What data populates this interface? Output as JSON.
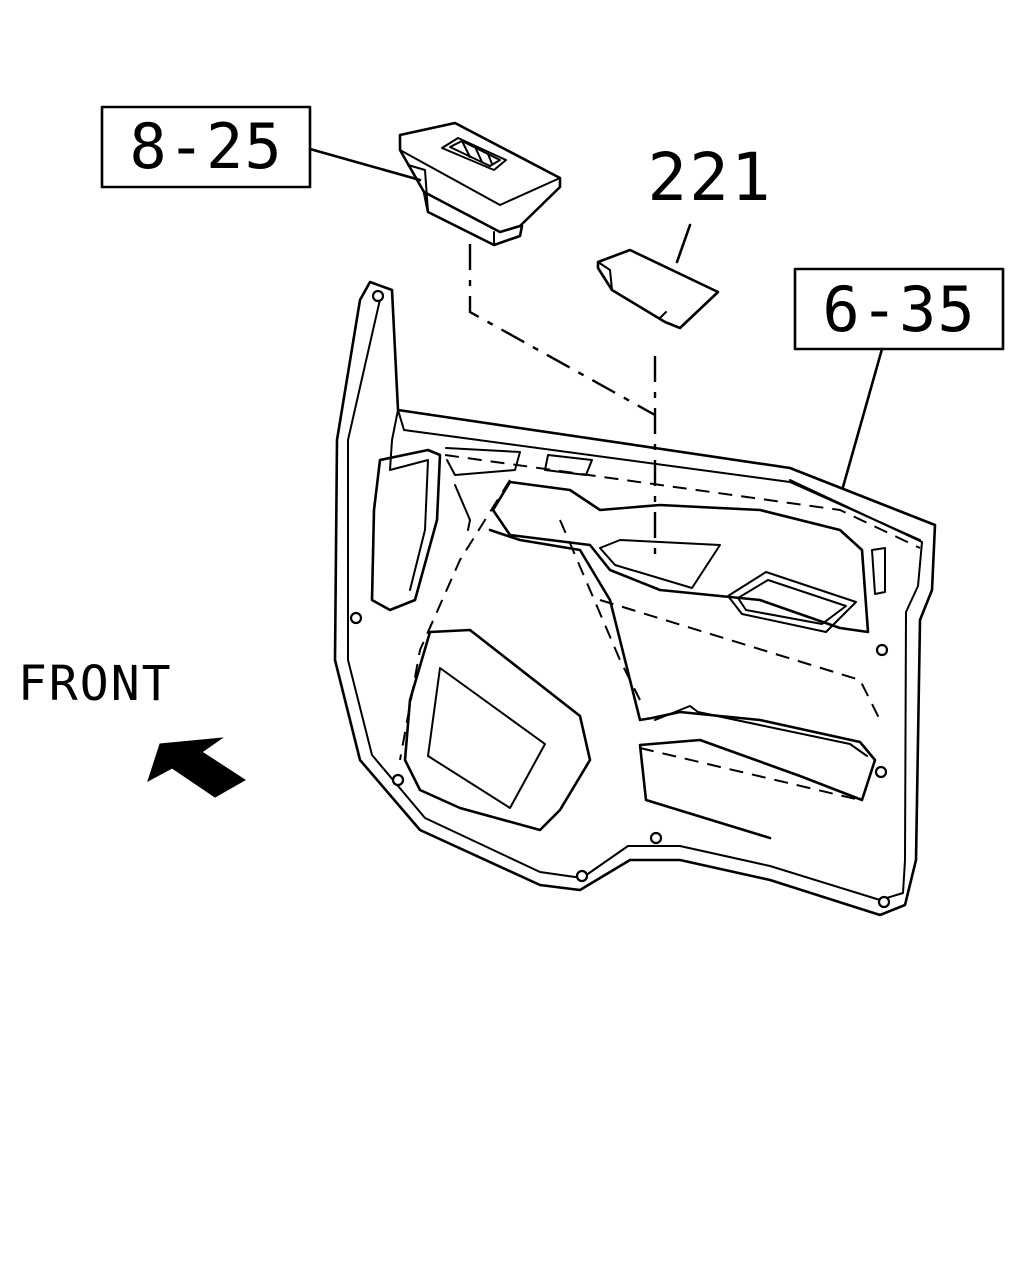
{
  "callouts": {
    "switch_ref": "8-25",
    "cover_ref": "221",
    "trim_ref": "6-35"
  },
  "orientation": {
    "label": "FRONT",
    "arrow_icon": "front-arrow-icon"
  },
  "colors": {
    "line": "#000000",
    "background": "#ffffff"
  }
}
